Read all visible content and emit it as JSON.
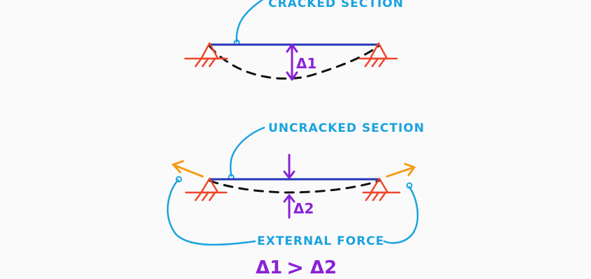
{
  "labels": {
    "cracked": "CRACKED SECTION",
    "uncracked": "UNCRACKED SECTION",
    "external_force": "EXTERNAL FORCE",
    "delta1_top": "Δ1",
    "delta2": "Δ2",
    "compare_left": "Δ1",
    "compare_op": ">",
    "compare_right": "Δ2"
  },
  "colors": {
    "beam": "#2236b8",
    "support": "#f0462a",
    "annotation": "#1aa3e0",
    "deflection_arrow": "#8a22d8",
    "external_force": "#f59a16",
    "deflected_shape": "#111111"
  }
}
